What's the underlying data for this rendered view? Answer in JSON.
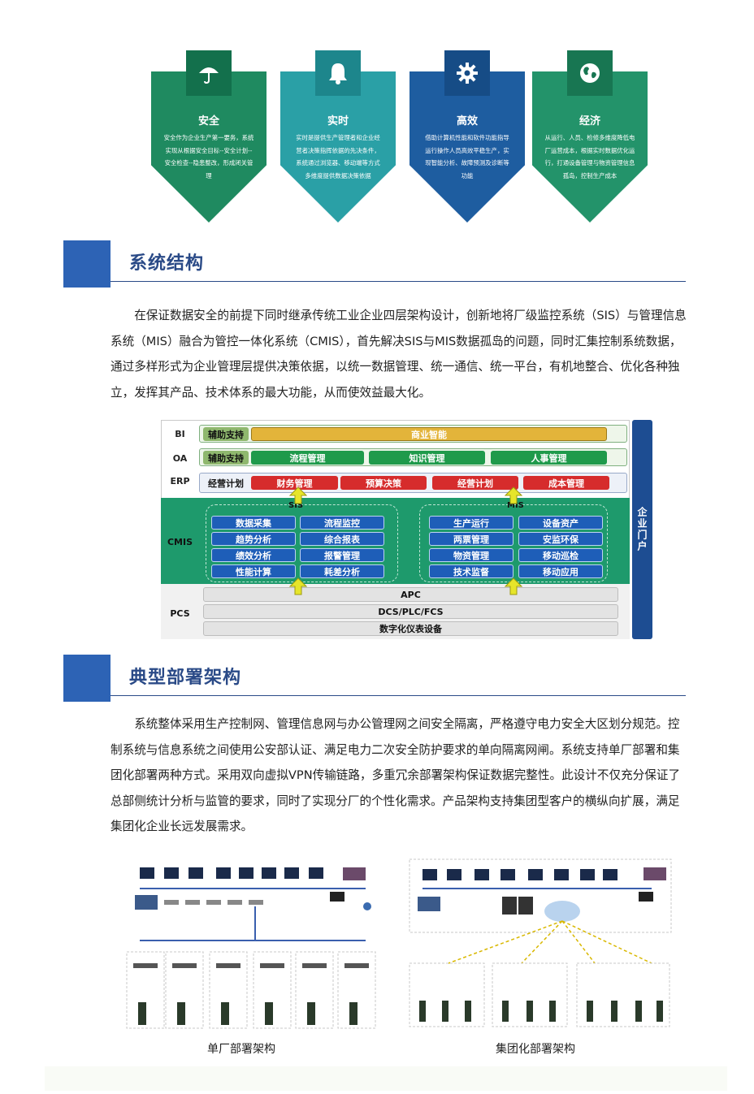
{
  "features": [
    {
      "title": "安全",
      "icon": "umbrella-icon",
      "glyph": "☂",
      "color": "#1f8a60",
      "icon_bg": "#13704c",
      "desc": [
        "安全作为企业生产第一要务，系统",
        "实现从根据安全目标--安全计划--",
        "安全检查--隐患整改，形成闭关管",
        "理"
      ]
    },
    {
      "title": "实时",
      "icon": "bell-icon",
      "glyph": "🔔",
      "color": "#2aa0a6",
      "icon_bg": "#1d868c",
      "desc": [
        "实时是提供生产管理者和企业经",
        "营者决策指挥依据的先决条件，",
        "系统通过浏览器、移动端等方式",
        "多维度提供数据决策依据"
      ]
    },
    {
      "title": "高效",
      "icon": "gear-icon",
      "glyph": "⚙",
      "color": "#1e5da0",
      "icon_bg": "#164c86",
      "desc": [
        "借助计算机性能和软件功能指导",
        "运行操作人员高效平稳生产，实",
        "现智能分析、故障预测及诊断等",
        "功能"
      ]
    },
    {
      "title": "经济",
      "icon": "globe-icon",
      "glyph": "🌍",
      "color": "#23936a",
      "icon_bg": "#187652",
      "desc": [
        "从运行、人员、检修多维度降低电",
        "厂运营成本，根据实时数据优化运",
        "行，打通设备管理与物资管理信息",
        "孤岛，控制生产成本"
      ]
    }
  ],
  "section1": {
    "title": "系统结构",
    "paragraph": [
      "在保证数据安全的前提下同时继承传统工业企业四层架构设计，创新地将厂级监控系统（SIS）与管理",
      "信息系统（MIS）融合为管控一体化系统（CMIS），首先解决SIS与MIS数据孤岛的问题，同时汇集控制系统",
      "数据，通过多样形式为企业管理层提供决策依据，以统一数据管理、统一通信、统一平台，有机地整合、优",
      "化各种独立，发挥其产品、技术体系的最大功能，从而使效益最大化。"
    ]
  },
  "architecture": {
    "bi": {
      "label": "BI",
      "tag": "辅助支持",
      "bar": "商业智能"
    },
    "oa": {
      "label": "OA",
      "tag": "辅助支持",
      "items": [
        "流程管理",
        "知识管理",
        "人事管理"
      ]
    },
    "erp": {
      "label": "ERP",
      "tag": "经营计划",
      "items": [
        "财务管理",
        "预算决策",
        "经营计划",
        "成本管理"
      ]
    },
    "cmis": {
      "label": "CMIS",
      "sis_label": "SIS",
      "mis_label": "MIS",
      "sis_items": [
        "数据采集",
        "流程监控",
        "趋势分析",
        "综合报表",
        "绩效分析",
        "报警管理",
        "性能计算",
        "耗差分析"
      ],
      "mis_items": [
        "生产运行",
        "设备资产",
        "两票管理",
        "安监环保",
        "物资管理",
        "移动巡检",
        "技术监督",
        "移动应用"
      ]
    },
    "pcs": {
      "label": "PCS",
      "bars": [
        "APC",
        "DCS/PLC/FCS",
        "数字化仪表设备"
      ]
    },
    "portal": "企业门户",
    "colors": {
      "yellow": "#e3b43a",
      "red": "#d62c2c",
      "green": "#1f9a4b",
      "blue": "#1e5eb8",
      "teal": "#1e9a6c"
    }
  },
  "section2": {
    "title": "典型部署架构",
    "paragraph": [
      "系统整体采用生产控制网、管理信息网与办公管理网之间安全隔离，严格遵守电力安全大区划分规",
      "范。控制系统与信息系统之间使用公安部认证、满足电力二次安全防护要求的单向隔离网闸。系统支持单",
      "厂部署和集团化部署两种方式。采用双向虚拟VPN传输链路，多重冗余部署架构保证数据完整性。此设计",
      "不仅充分保证了总部侧统计分析与监管的要求，同时了实现分厂的个性化需求。产品架构支持集团型客",
      "户的横纵向扩展，满足集团化企业长远发展需求。"
    ]
  },
  "deployments": {
    "single_caption": "单厂部署架构",
    "group_caption": "集团化部署架构"
  }
}
